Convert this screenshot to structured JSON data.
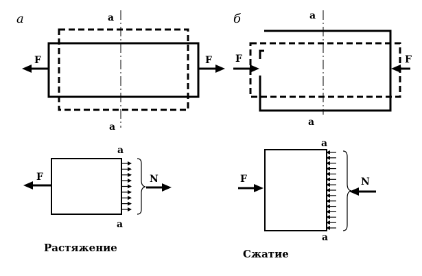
{
  "panels": {
    "a": {
      "label": "а",
      "force": "F",
      "section": "а"
    },
    "b": {
      "label": "б",
      "force": "F",
      "section": "а"
    }
  },
  "bottom_left": {
    "force": "F",
    "internal": "N",
    "section": "а",
    "caption": "Растяжение"
  },
  "bottom_right": {
    "force": "F",
    "internal": "N",
    "section": "а",
    "caption": "Сжатие"
  }
}
